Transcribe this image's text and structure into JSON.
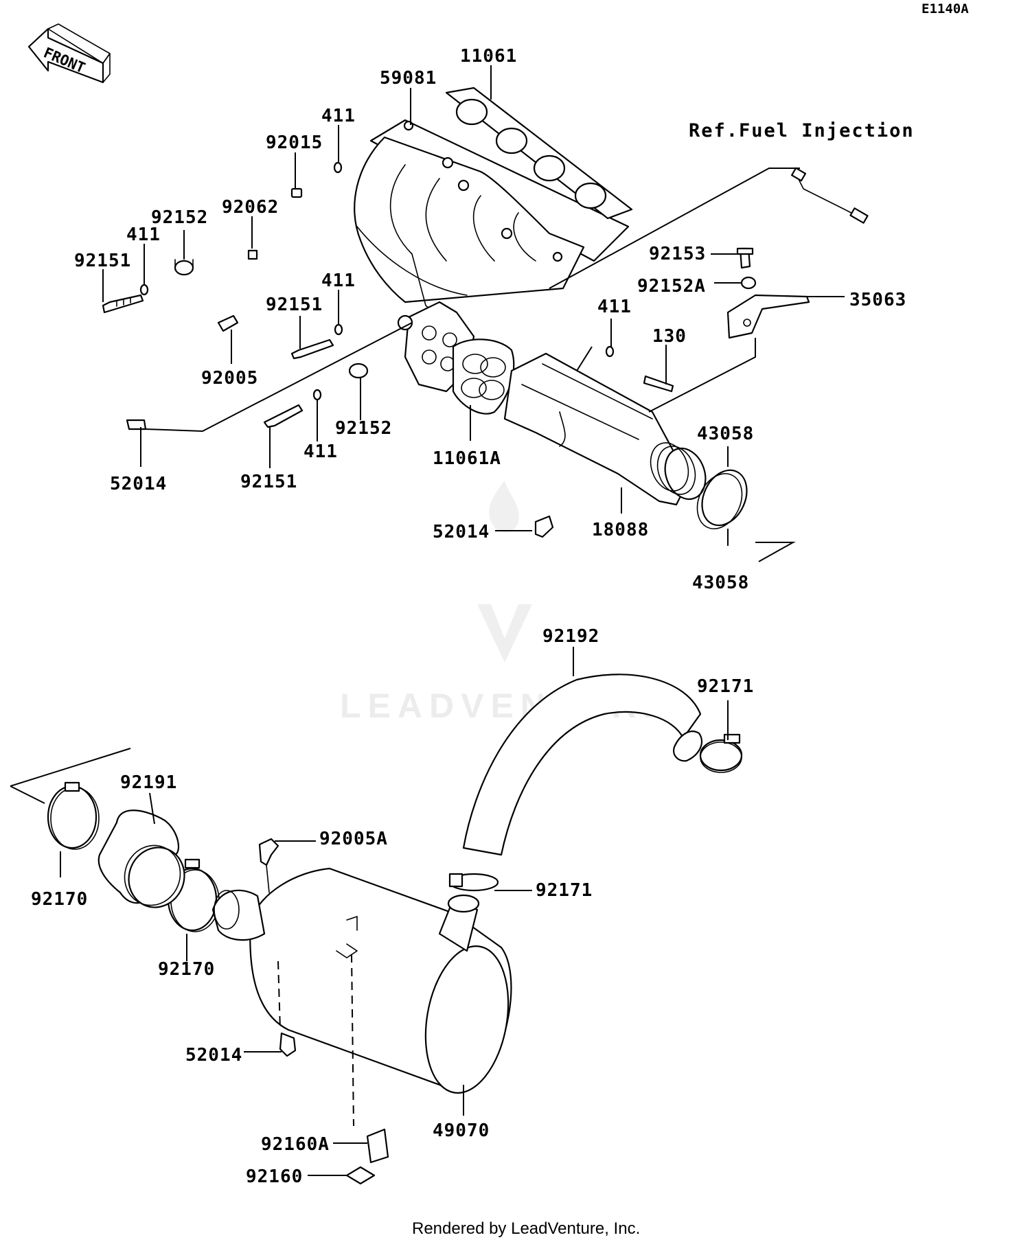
{
  "diagram_code": "E1140A",
  "direction_label": "FRONT",
  "reference_note": "Ref.Fuel Injection",
  "watermark": "LEADVENTURE",
  "credit": "Rendered by LeadVenture, Inc.",
  "callouts": [
    {
      "id": "c1",
      "text": "11061"
    },
    {
      "id": "c2",
      "text": "59081"
    },
    {
      "id": "c3",
      "text": "411"
    },
    {
      "id": "c4",
      "text": "92015"
    },
    {
      "id": "c5",
      "text": "92152"
    },
    {
      "id": "c6",
      "text": "92062"
    },
    {
      "id": "c7",
      "text": "411"
    },
    {
      "id": "c8",
      "text": "92151"
    },
    {
      "id": "c9",
      "text": "411"
    },
    {
      "id": "c10",
      "text": "92151"
    },
    {
      "id": "c11",
      "text": "92005"
    },
    {
      "id": "c12",
      "text": "92153"
    },
    {
      "id": "c13",
      "text": "92152A"
    },
    {
      "id": "c14",
      "text": "35063"
    },
    {
      "id": "c15",
      "text": "411"
    },
    {
      "id": "c16",
      "text": "130"
    },
    {
      "id": "c17",
      "text": "43058"
    },
    {
      "id": "c18",
      "text": "92152"
    },
    {
      "id": "c19",
      "text": "411"
    },
    {
      "id": "c20",
      "text": "52014"
    },
    {
      "id": "c21",
      "text": "92151"
    },
    {
      "id": "c22",
      "text": "11061A"
    },
    {
      "id": "c23",
      "text": "52014"
    },
    {
      "id": "c24",
      "text": "18088"
    },
    {
      "id": "c25",
      "text": "43058"
    },
    {
      "id": "c26",
      "text": "92192"
    },
    {
      "id": "c27",
      "text": "92171"
    },
    {
      "id": "c28",
      "text": "92191"
    },
    {
      "id": "c29",
      "text": "92005A"
    },
    {
      "id": "c30",
      "text": "92170"
    },
    {
      "id": "c31",
      "text": "92171"
    },
    {
      "id": "c32",
      "text": "92170"
    },
    {
      "id": "c33",
      "text": "52014"
    },
    {
      "id": "c34",
      "text": "49070"
    },
    {
      "id": "c35",
      "text": "92160A"
    },
    {
      "id": "c36",
      "text": "92160"
    }
  ]
}
